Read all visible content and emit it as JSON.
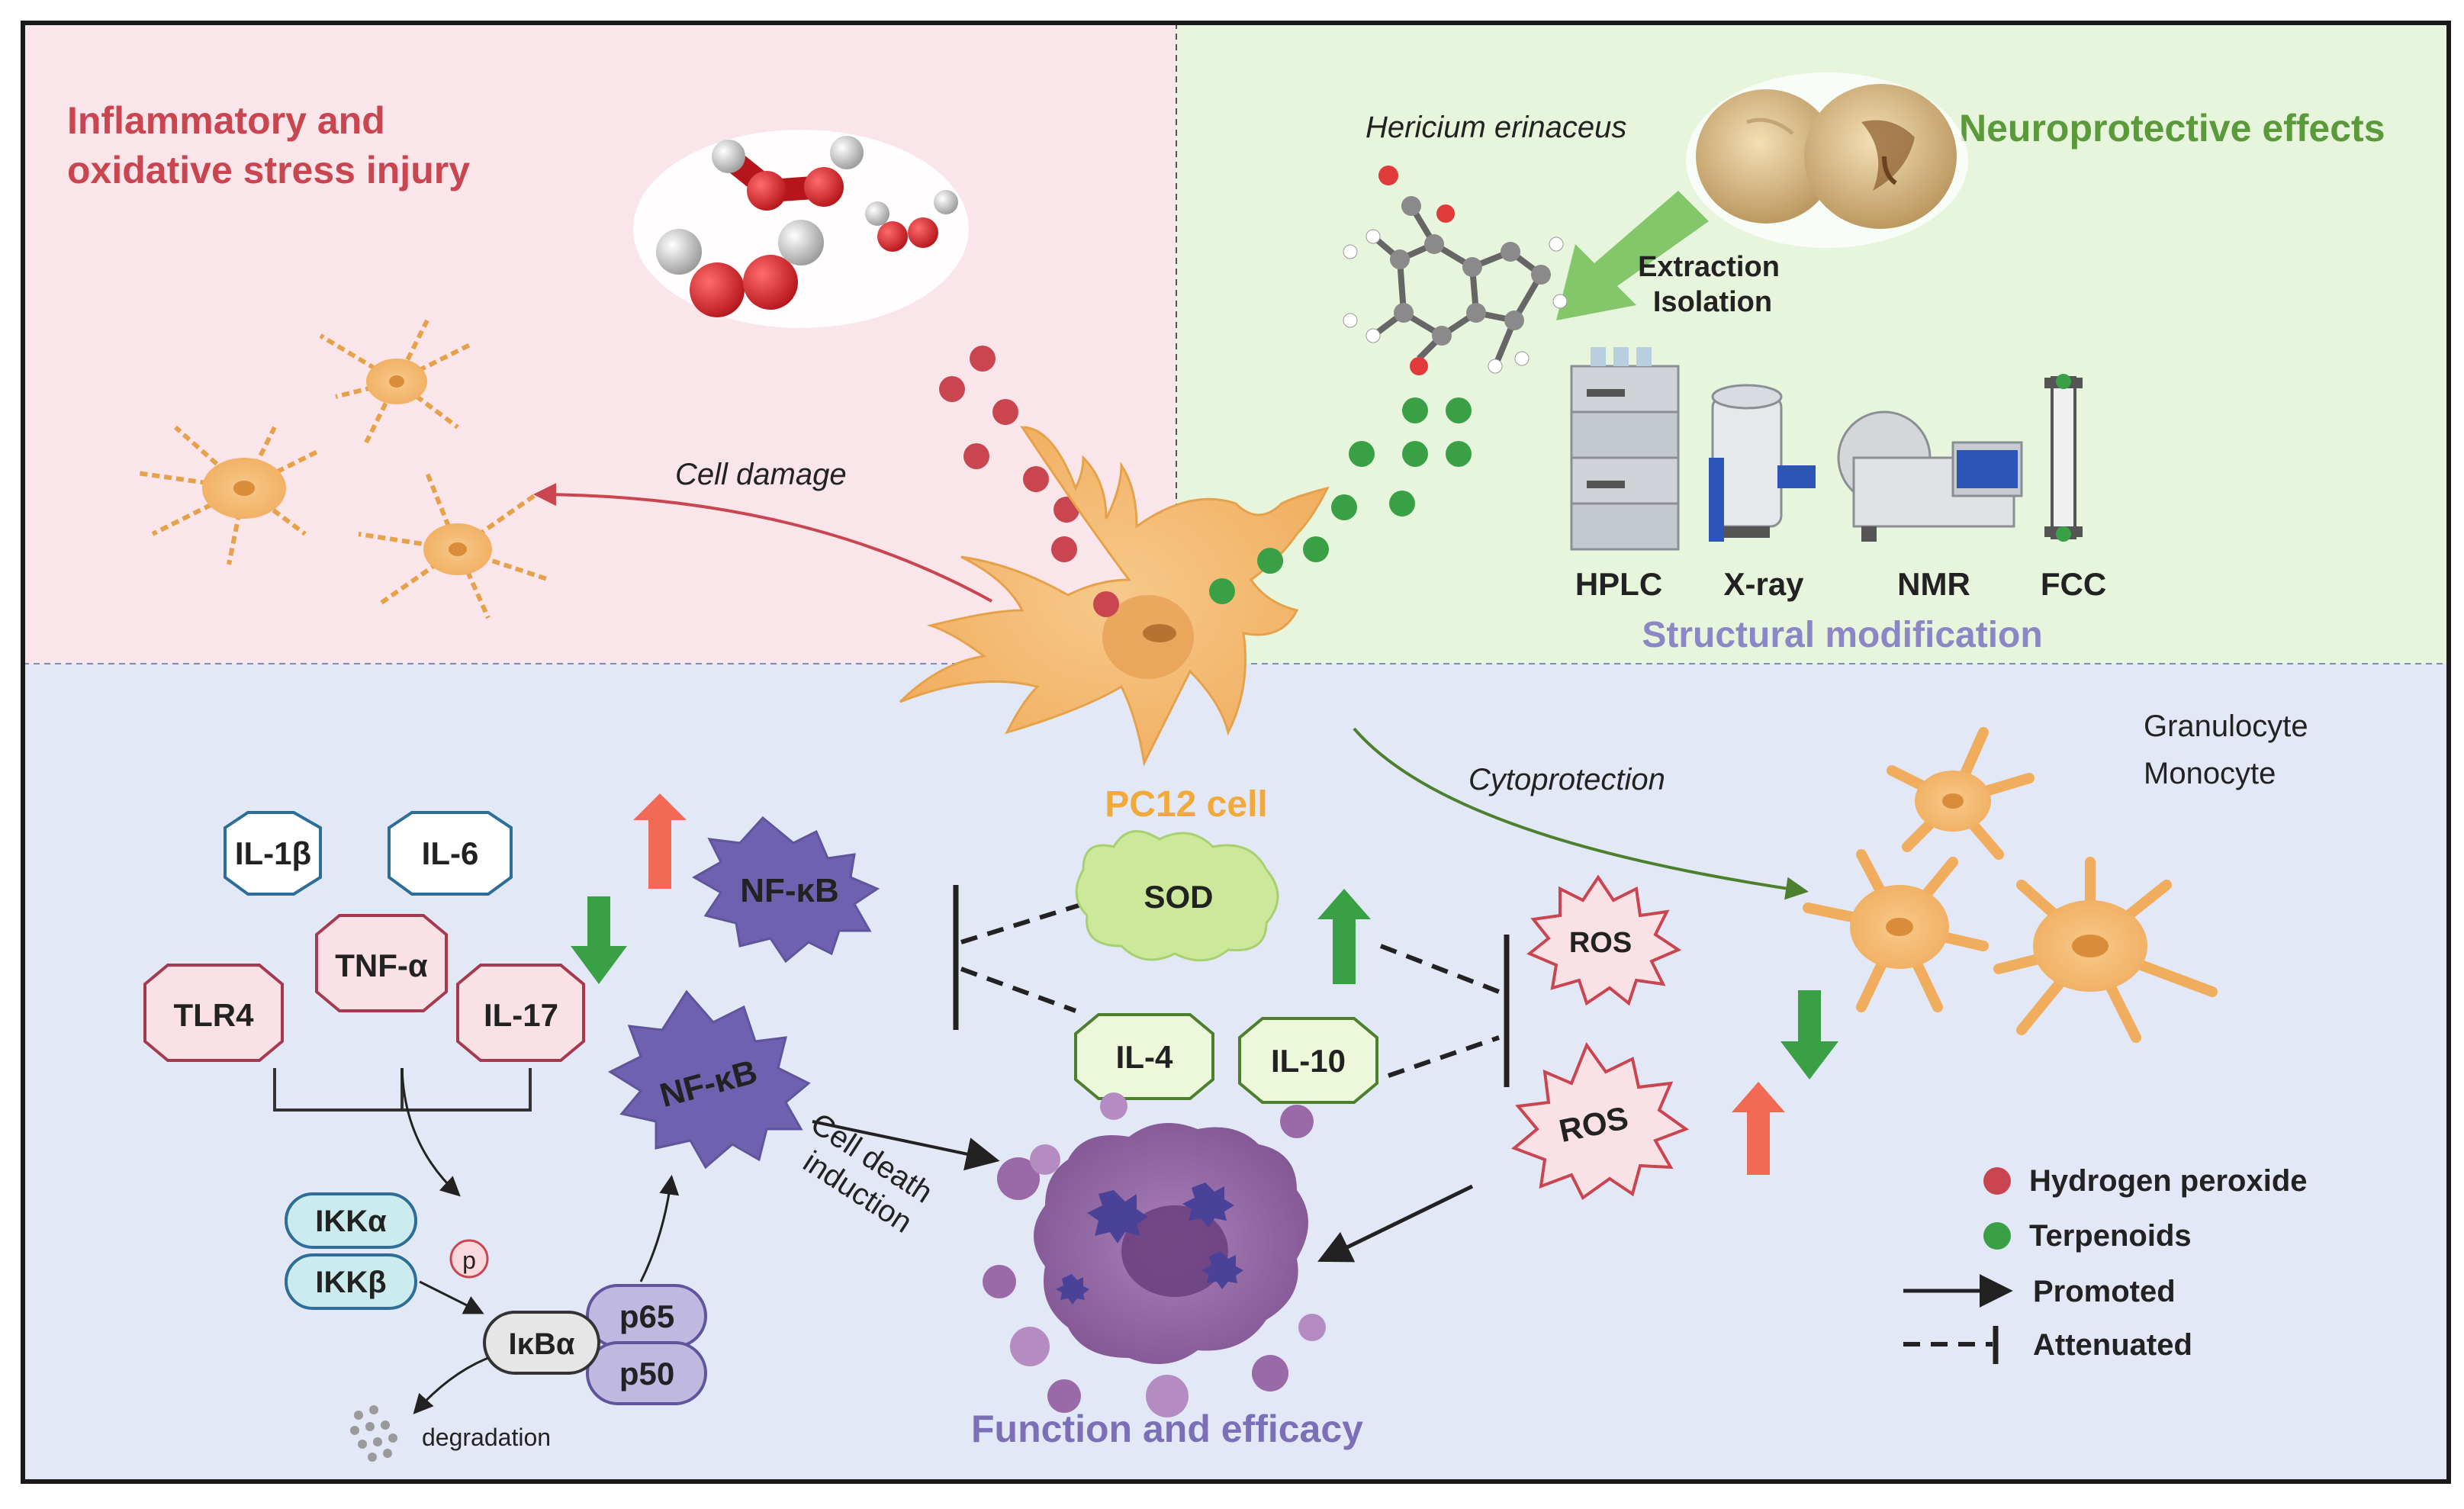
{
  "panels": {
    "top_left": {
      "title_line1": "Inflammatory and",
      "title_line2": "oxidative stress injury",
      "title_color": "#c9454f",
      "arrow_label": "Cell damage",
      "bg": "#fae6ea"
    },
    "top_right": {
      "title": "Neuroprotective effects",
      "title_color": "#5a9a3a",
      "species": "Hericium erinaceus",
      "extraction_line1": "Extraction",
      "extraction_line2": "Isolation",
      "instruments": [
        "HPLC",
        "X-ray",
        "NMR",
        "FCC"
      ],
      "subtitle": "Structural modification",
      "subtitle_color": "#8c86c6",
      "bg": "#e8f5dd"
    },
    "bottom": {
      "bg": "#e2e8f6",
      "center_label": "PC12 cell",
      "center_label_color": "#f2a93b",
      "cytoprotection": "Cytoprotection",
      "cell_types_line1": "Granulocyte",
      "cell_types_line2": "Monocyte",
      "cytokines_up": [
        "IL-1β",
        "IL-6"
      ],
      "cytokines_down": [
        "TLR4",
        "TNF-α",
        "IL-17"
      ],
      "anti_inflammatory": [
        "IL-4",
        "IL-10"
      ],
      "nfkb_label": "NF-κB",
      "sod_label": "SOD",
      "ros_label": "ROS",
      "ikk": [
        "IKKα",
        "IKKβ"
      ],
      "phospho": "p",
      "ikba": "IκBα",
      "p65": "p65",
      "p50": "p50",
      "degradation": "degradation",
      "cell_death_line1": "Cell death",
      "cell_death_line2": "induction",
      "function_title": "Function and efficacy",
      "function_color": "#7b70b8"
    },
    "legend": {
      "hydrogen_peroxide": "Hydrogen peroxide",
      "terpenoids": "Terpenoids",
      "promoted": "Promoted",
      "attenuated": "Attenuated",
      "colors": {
        "hydrogen_peroxide": "#c9454f",
        "terpenoids": "#3aa046"
      }
    }
  },
  "icons": [
    "h2o2-molecule-icon",
    "neuron-icon",
    "mushroom-icon",
    "terpene-molecule-icon",
    "hplc-instrument-icon",
    "xray-instrument-icon",
    "nmr-instrument-icon",
    "fcc-column-icon",
    "nfkb-burst-icon",
    "ros-burst-icon",
    "sod-cloud-icon",
    "apoptotic-cell-icon",
    "up-arrow-icon",
    "down-arrow-icon"
  ]
}
